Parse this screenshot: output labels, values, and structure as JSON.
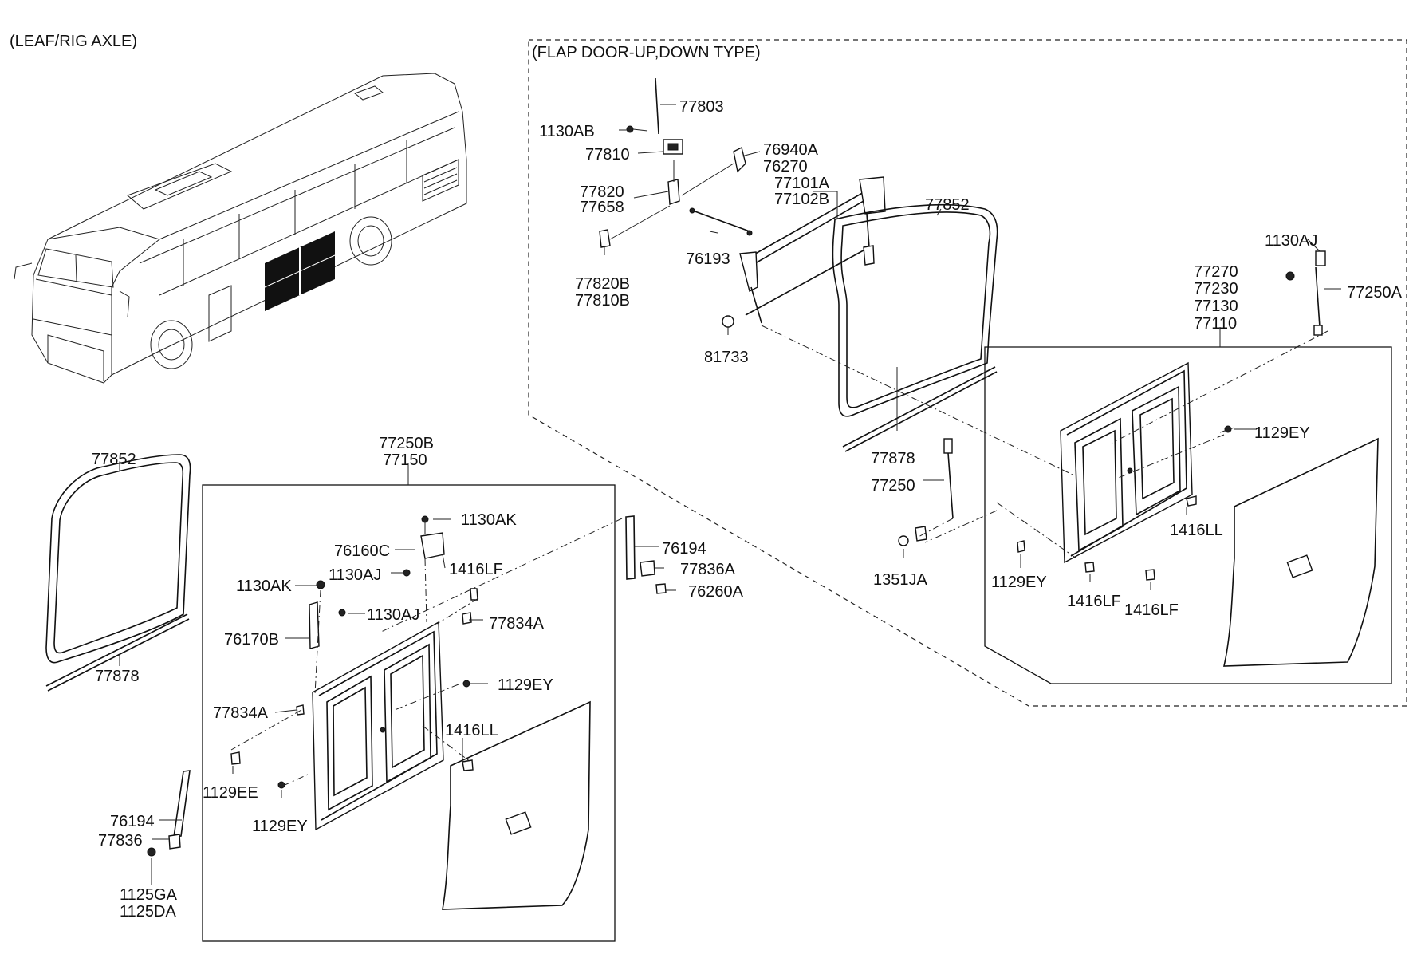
{
  "headings": {
    "variant": "(LEAF/RIG AXLE)",
    "flap_section": "(FLAP DOOR-UP,DOWN TYPE)"
  },
  "labels": {
    "p77803": "77803",
    "p1130AB": "1130AB",
    "p77810": "77810",
    "p76940A": "76940A",
    "p76270": "76270",
    "p77820": "77820",
    "p77658": "77658",
    "p77101A": "77101A",
    "p77102B": "77102B",
    "p77852_top": "77852",
    "p76193": "76193",
    "p77820B": "77820B",
    "p77810B": "77810B",
    "p81733": "81733",
    "p1130AJ_right": "1130AJ",
    "p77270": "77270",
    "p77230": "77230",
    "p77130": "77130",
    "p77110": "77110",
    "p77250A": "77250A",
    "p77878_top": "77878",
    "p77250": "77250",
    "p1351JA": "1351JA",
    "p1129EY_r1": "1129EY",
    "p1416LL_r": "1416LL",
    "p1129EY_r2": "1129EY",
    "p1416LF_r1": "1416LF",
    "p1416LF_r2": "1416LF",
    "p77852_left": "77852",
    "p77878_left": "77878",
    "p77250B": "77250B",
    "p77150": "77150",
    "p1130AK_1": "1130AK",
    "p76160C": "76160C",
    "p1416LF_m": "1416LF",
    "p1130AK_2": "1130AK",
    "p1130AJ_m1": "1130AJ",
    "p1130AJ_m2": "1130AJ",
    "p76170B": "76170B",
    "p77834A_1": "77834A",
    "p76194_top": "76194",
    "p77836A": "77836A",
    "p76260A": "76260A",
    "p1129EY_m": "1129EY",
    "p77834A_2": "77834A",
    "p1416LL_m": "1416LL",
    "p1129EE": "1129EE",
    "p1129EY_b": "1129EY",
    "p76194_b": "76194",
    "p77836": "77836",
    "p1125GA": "1125GA",
    "p1125DA": "1125DA"
  }
}
